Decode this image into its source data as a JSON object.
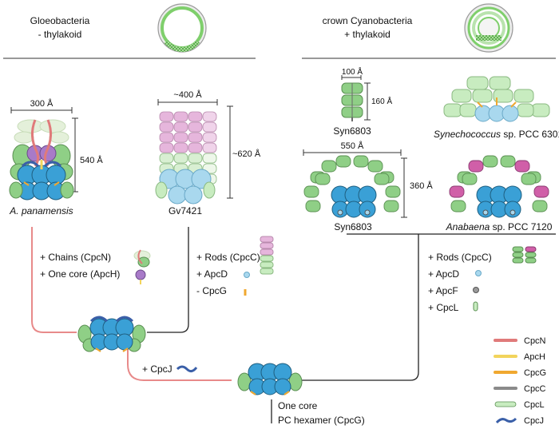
{
  "headers": {
    "left_title": "Gloeobacteria",
    "left_subtitle": "- thylakoid",
    "right_title": "crown Cyanobacteria",
    "right_subtitle": "+ thylakoid"
  },
  "species": {
    "panamensis": {
      "name": "A. panamensis",
      "width": "300 Å",
      "height": "540 Å"
    },
    "gv7421": {
      "name": "Gv7421",
      "width": "~400 Å",
      "height": "~620 Å"
    },
    "syn_small": {
      "name": "Syn6803",
      "width": "100 Å",
      "height": "160 Å"
    },
    "synechococcus": {
      "name_italic": "Synechococcus",
      "name_rest": " sp. PCC 6301"
    },
    "syn_large": {
      "name": "Syn6803",
      "width": "550 Å",
      "height": "360 Å"
    },
    "anabaena": {
      "name_italic": "Anabaena",
      "name_rest": " sp. PCC 7120"
    }
  },
  "steps": {
    "left": [
      "+ Chains (CpcN)",
      "+ One core (ApcH)"
    ],
    "middle": [
      "+ Rods (CpcC)",
      "+ ApcD",
      "- CpcG"
    ],
    "right": [
      "+ Rods (CpcC)",
      "+ ApcD",
      "+ ApcF",
      "+ CpcL"
    ],
    "cpcj": "+ CpcJ"
  },
  "ancestor": {
    "line1": "One core",
    "line2": "PC hexamer (CpcG)"
  },
  "legend": [
    {
      "label": "CpcN",
      "color": "#e07a7a"
    },
    {
      "label": "ApcH",
      "color": "#f2d45c"
    },
    {
      "label": "CpcG",
      "color": "#f0a830"
    },
    {
      "label": "CpcC",
      "color": "#8a8a8a"
    },
    {
      "label": "CpcL",
      "color": "#c8ecc0"
    },
    {
      "label": "CpcJ",
      "color": "#3a5fa8"
    }
  ],
  "colors": {
    "core_blue": "#3aa0d6",
    "rod_green": "#8fcf86",
    "rod_light": "#d8efd2",
    "pink": "#e6b6dc",
    "magenta": "#d05fa8",
    "lightblue": "#a9d8ee",
    "purple": "#a87ac8",
    "salmon_line": "#e88a8a"
  }
}
